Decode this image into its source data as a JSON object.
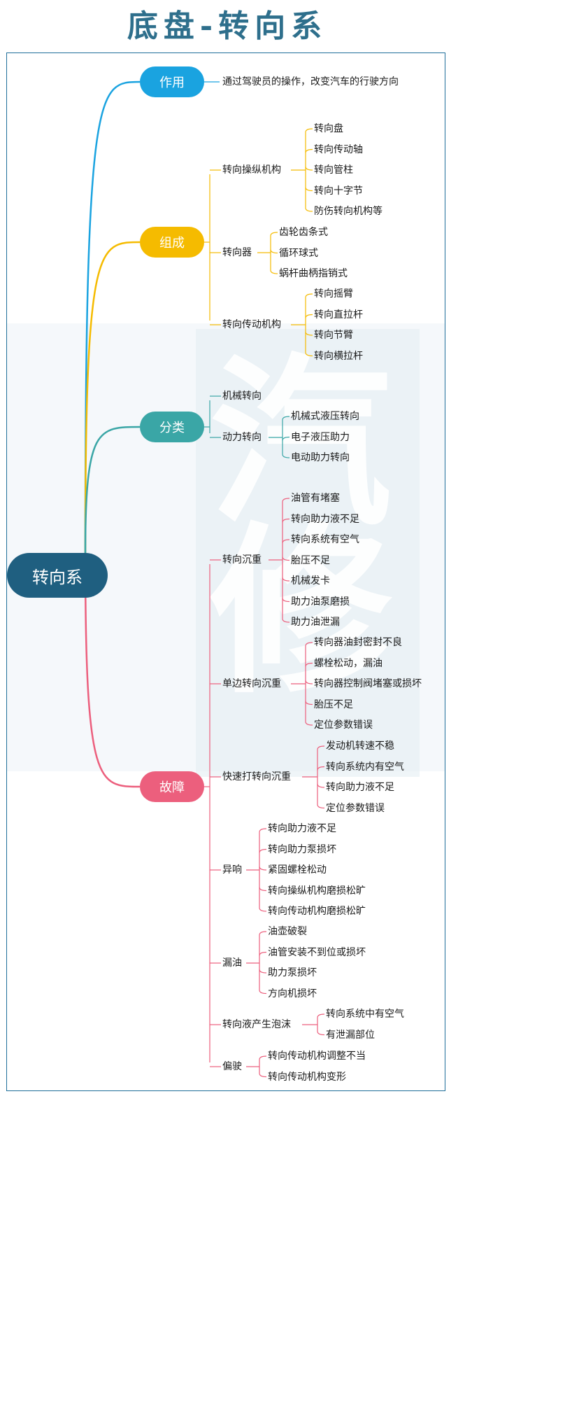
{
  "title": "底盘-转向系",
  "watermark": {
    "char1": "汽",
    "char2": "修"
  },
  "colors": {
    "root": "#1f5f80",
    "branch_zuoyong": "#1aa3e0",
    "branch_zucheng": "#f5bb00",
    "branch_fenlei": "#3aa6a6",
    "branch_guzhang": "#ec5f7d"
  },
  "root": "转向系",
  "branches": [
    {
      "label": "作用",
      "children": [
        {
          "label": "通过驾驶员的操作，改变汽车的行驶方向"
        }
      ]
    },
    {
      "label": "组成",
      "children": [
        {
          "label": "转向操纵机构",
          "children": [
            "转向盘",
            "转向传动轴",
            "转向管柱",
            "转向十字节",
            "防伤转向机构等"
          ]
        },
        {
          "label": "转向器",
          "children": [
            "齿轮齿条式",
            "循环球式",
            "蜗杆曲柄指销式"
          ]
        },
        {
          "label": "转向传动机构",
          "children": [
            "转向摇臂",
            "转向直拉杆",
            "转向节臂",
            "转向横拉杆"
          ]
        }
      ]
    },
    {
      "label": "分类",
      "children": [
        {
          "label": "机械转向"
        },
        {
          "label": "动力转向",
          "children": [
            "机械式液压转向",
            "电子液压助力",
            "电动助力转向"
          ]
        }
      ]
    },
    {
      "label": "故障",
      "children": [
        {
          "label": "转向沉重",
          "children": [
            "油管有堵塞",
            "转向助力液不足",
            "转向系统有空气",
            "胎压不足",
            "机械发卡",
            "助力油泵磨损",
            "助力油泄漏"
          ]
        },
        {
          "label": "单边转向沉重",
          "children": [
            "转向器油封密封不良",
            "螺栓松动，漏油",
            "转向器控制阀堵塞或损坏",
            "胎压不足",
            "定位参数错误"
          ]
        },
        {
          "label": "快速打转向沉重",
          "children": [
            "发动机转速不稳",
            "转向系统内有空气",
            "转向助力液不足",
            "定位参数错误"
          ]
        },
        {
          "label": "异响",
          "children": [
            "转向助力液不足",
            "转向助力泵损坏",
            "紧固螺栓松动",
            "转向操纵机构磨损松旷",
            "转向传动机构磨损松旷"
          ]
        },
        {
          "label": "漏油",
          "children": [
            "油壶破裂",
            "油管安装不到位或损坏",
            "助力泵损坏",
            "方向机损坏"
          ]
        },
        {
          "label": "转向液产生泡沫",
          "children": [
            "转向系统中有空气",
            "有泄漏部位"
          ]
        },
        {
          "label": "偏驶",
          "children": [
            "转向传动机构调整不当",
            "转向传动机构变形"
          ]
        }
      ]
    }
  ]
}
